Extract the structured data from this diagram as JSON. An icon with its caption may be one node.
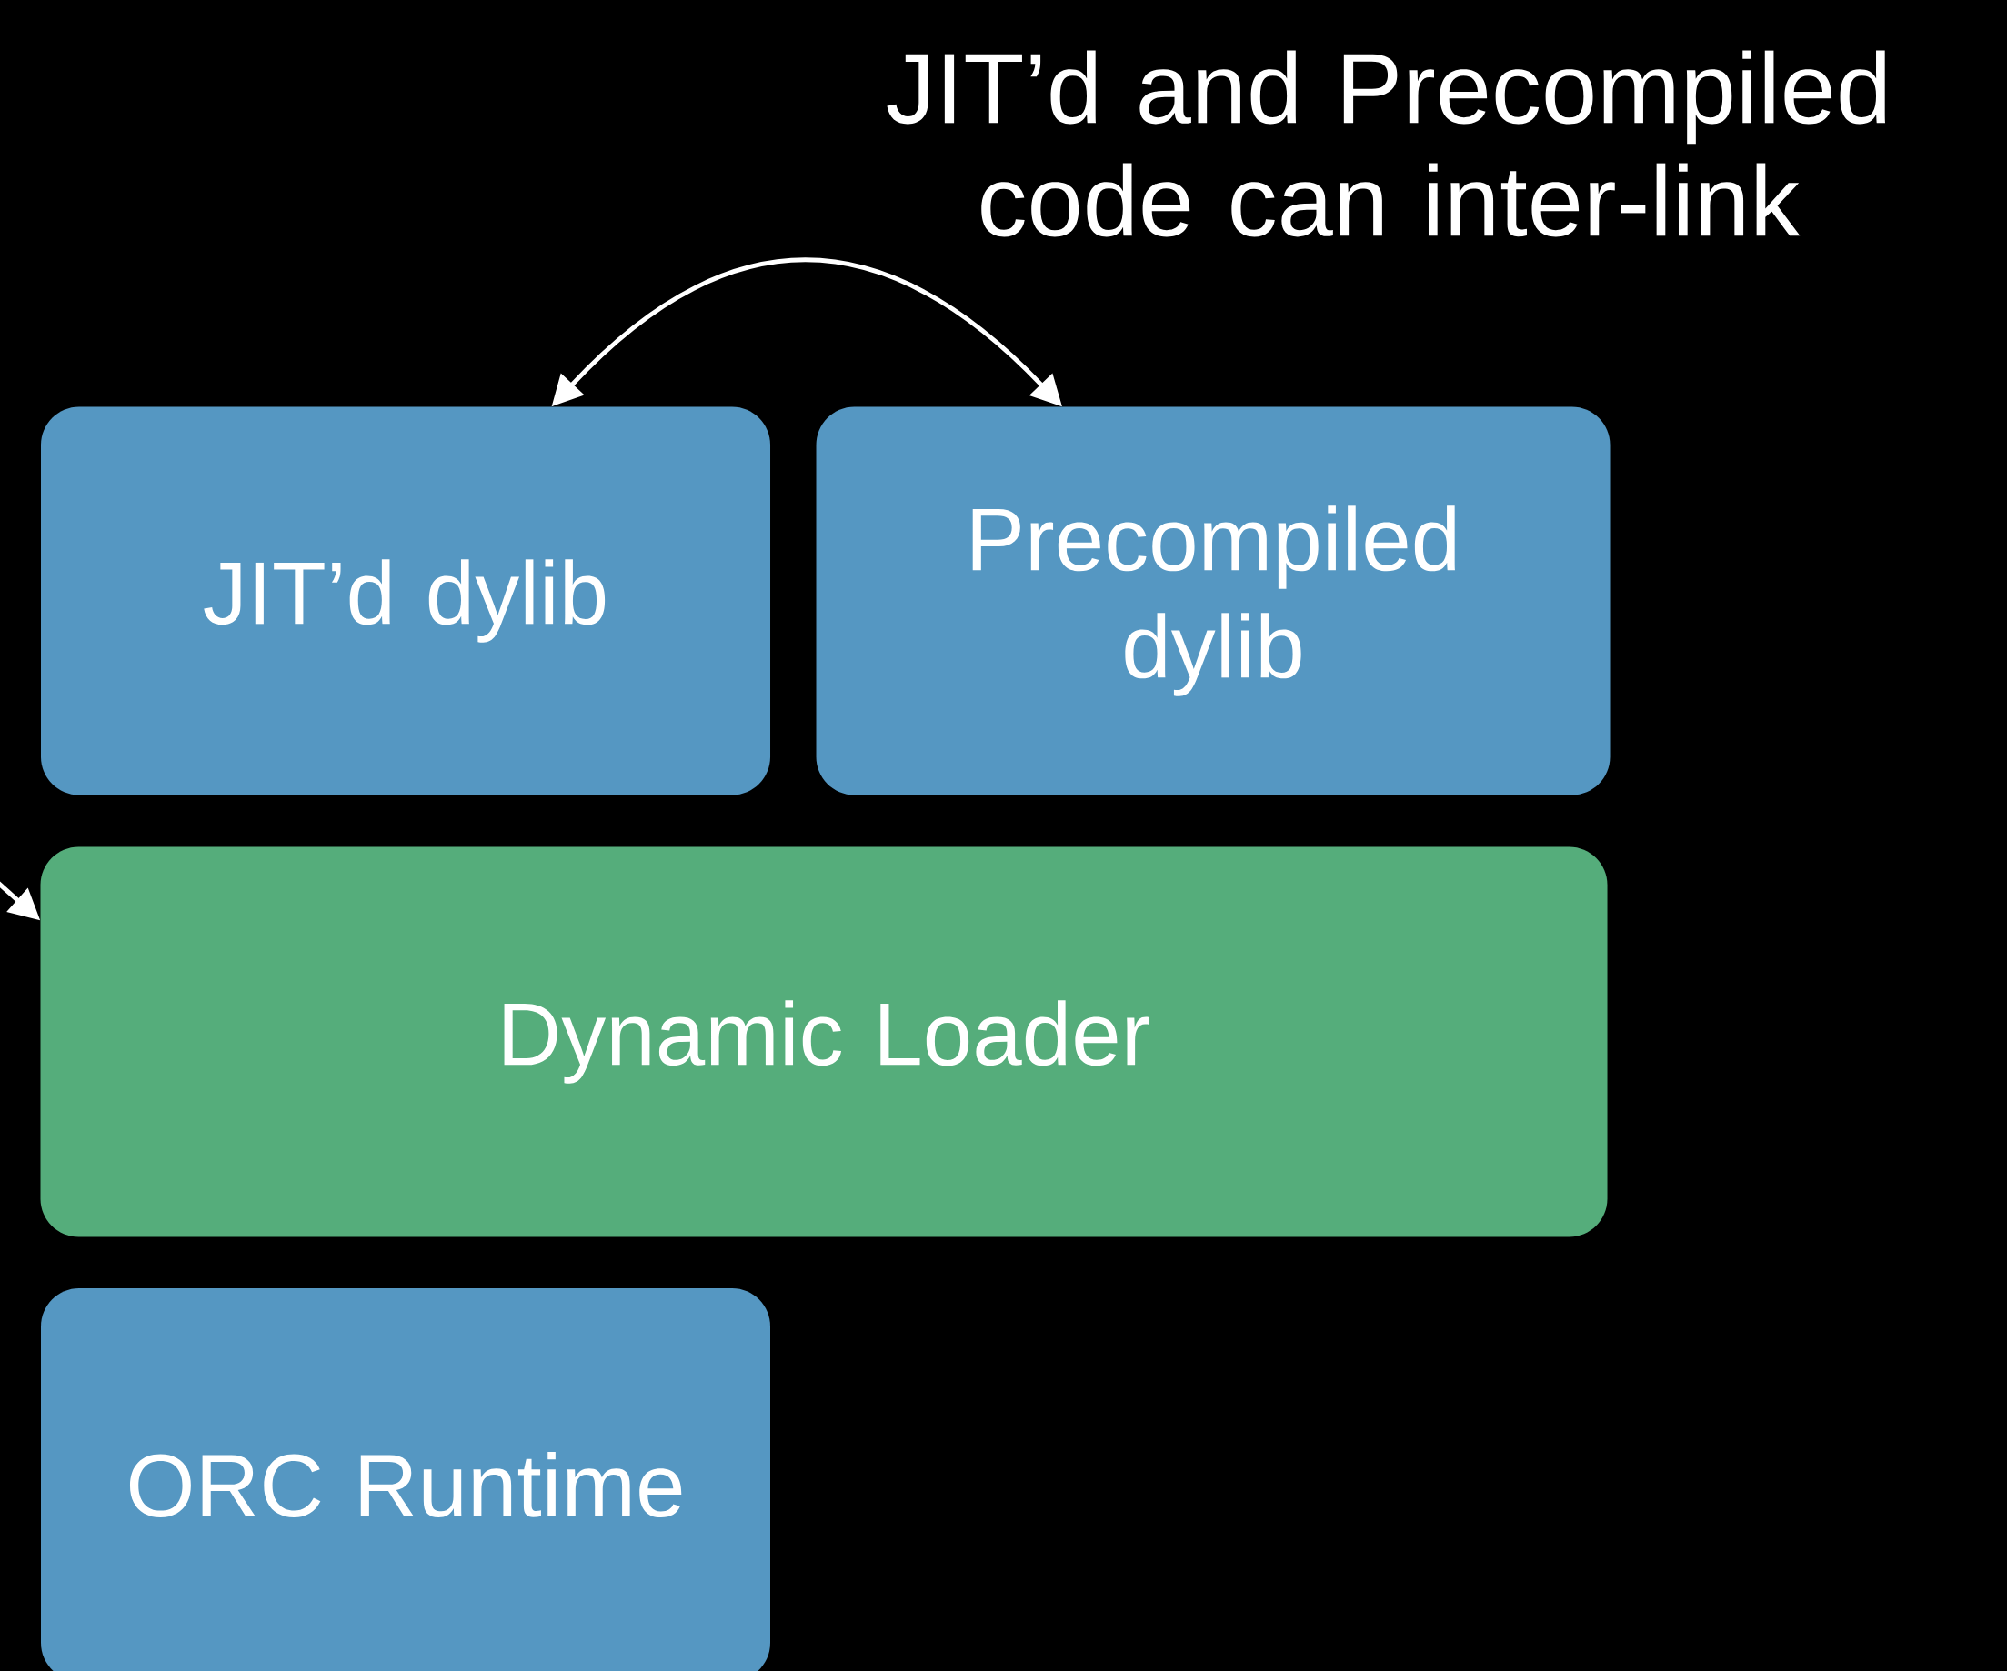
{
  "diagram": {
    "nodes": [
      {
        "text": [
          "JIT’d dylib"
        ]
      },
      {
        "text": [
          "Precompiled dylib"
        ]
      },
      {
        "text": [
          "Dynamic Loader"
        ]
      },
      {
        "text": [
          "ORC Runtime"
        ]
      }
    ],
    "edges": [
      {
        "from": 0,
        "to": 1,
        "arrow": "both"
      },
      {
        "from": null,
        "to": 2,
        "arrow": "to"
      }
    ],
    "labels": [
      "JIT’d and Precompiled code can inter-link"
    ]
  }
}
